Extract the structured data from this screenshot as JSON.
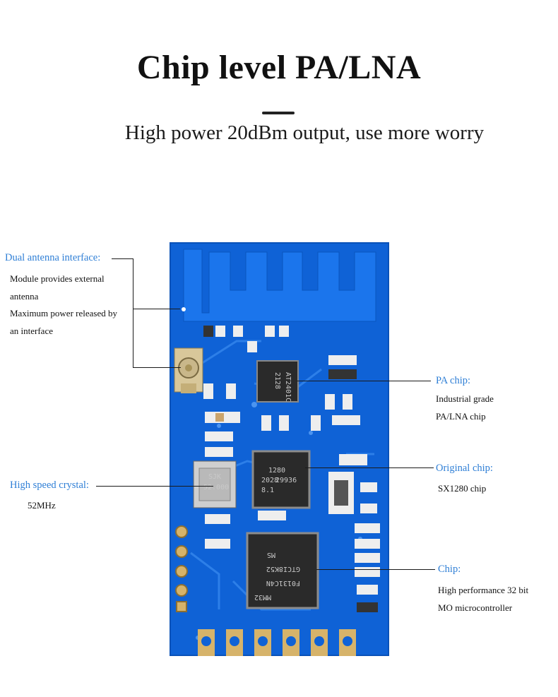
{
  "header": {
    "title": "Chip level PA/LNA",
    "subtitle": "High power 20dBm output, use more worry"
  },
  "callouts": {
    "dual_antenna": {
      "title": "Dual antenna interface:",
      "lines": [
        "Module provides external",
        "antenna",
        "Maximum power released by",
        "an interface"
      ]
    },
    "crystal": {
      "title": "High speed crystal:",
      "lines": [
        "52MHz"
      ]
    },
    "pa_chip": {
      "title": "PA chip:",
      "lines": [
        "Industrial grade",
        "PA/LNA chip"
      ]
    },
    "original_chip": {
      "title": "Original chip:",
      "lines": [
        "SX1280 chip"
      ]
    },
    "mcu_chip": {
      "title": "Chip:",
      "lines": [
        "High performance 32 bit",
        "MO microcontroller"
      ]
    }
  },
  "board": {
    "crystal_marking": [
      "SJK",
      "52.000"
    ],
    "pa_marking": [
      "AT2401C",
      "2128"
    ],
    "sx_marking": [
      "1280",
      "2028",
      "29936",
      "8.1"
    ],
    "mcu_marking": [
      "MM32",
      "F0131C4N",
      "GTCI8K52",
      "MS"
    ]
  },
  "colors": {
    "pcb_blue": "#0f62d6",
    "callout_blue": "#2f7fd6",
    "gold_pad": "#d6b36a"
  }
}
